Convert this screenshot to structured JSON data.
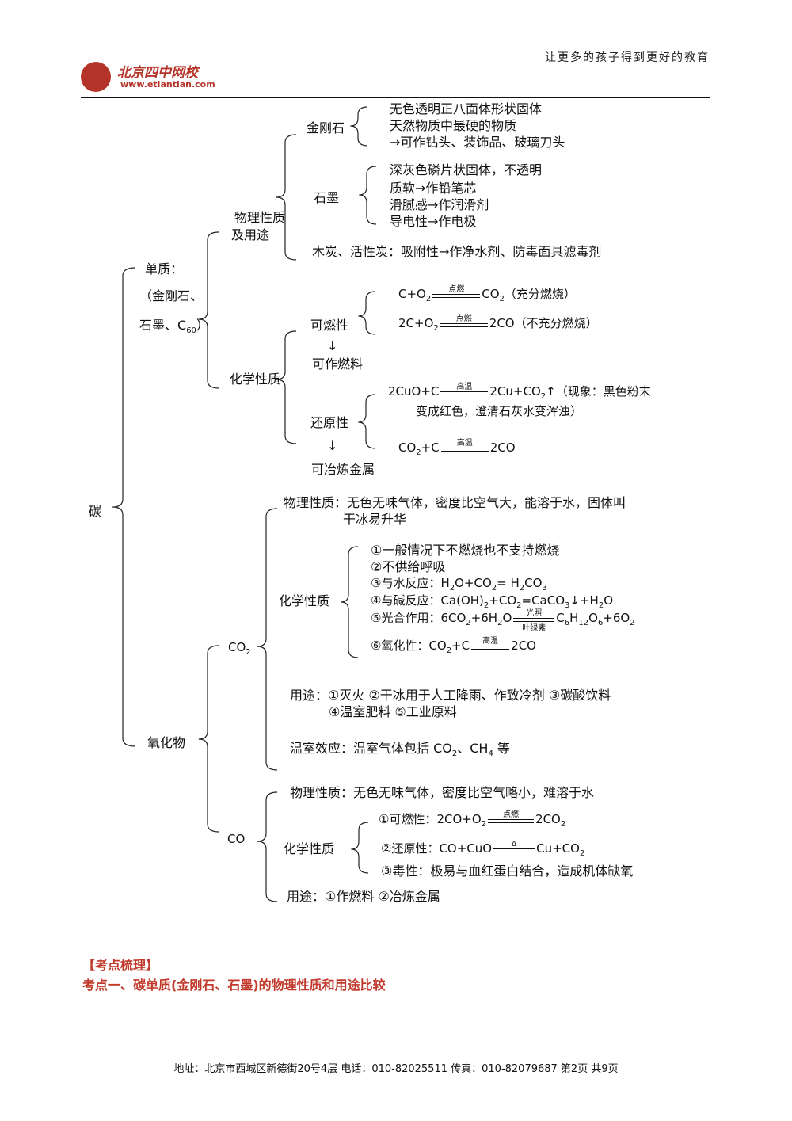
{
  "header": {
    "logo_name": "北京四中网校",
    "logo_site": "www.etiantian.com",
    "slogan": "让更多的孩子得到更好的教育"
  },
  "map": {
    "root": "碳",
    "elemental": {
      "label1": "单质：",
      "label2": "（金刚石、",
      "label3": "石墨、C",
      "label3_sub": "60",
      "label3_end": "）"
    },
    "physical_label1": "物理性质",
    "physical_label2": "及用途",
    "diamond": {
      "label": "金刚石",
      "items": [
        "无色透明正八面体形状固体",
        "天然物质中最硬的物质",
        "→可作钻头、装饰品、玻璃刀头"
      ]
    },
    "graphite": {
      "label": "石墨",
      "items": [
        "深灰色磷片状固体，不透明",
        "质软→作铅笔芯",
        "滑腻感→作润滑剂",
        "导电性→作电极"
      ]
    },
    "charcoal": "木炭、活性炭：吸附性→作净水剂、防毒面具滤毒剂",
    "chemical_label": "化学性质",
    "combustible": {
      "label": "可燃性",
      "arrow": "↓",
      "use": "可作燃料",
      "eq1_left": "C+O",
      "eq1_cond": "点燃",
      "eq1_right": "CO",
      "eq1_note": "（充分燃烧）",
      "eq2_left": "2C+O",
      "eq2_cond": "点燃",
      "eq2_right": "2CO（不充分燃烧）"
    },
    "reducing": {
      "label": "还原性",
      "arrow": "↓",
      "use": "可冶炼金属",
      "eq1_left": "2CuO+C",
      "eq1_cond": "高温",
      "eq1_right": "2Cu+CO",
      "eq1_note": "↑（现象：黑色粉末",
      "eq1_note2": "变成红色，澄清石灰水变浑浊）",
      "eq2_left": "CO",
      "eq2_mid": "+C",
      "eq2_cond": "高温",
      "eq2_right": "2CO"
    },
    "oxide_label": "氧化物",
    "co2": {
      "label": "CO",
      "physical": "物理性质：无色无味气体，密度比空气大，能溶于水，固体叫",
      "physical2": "干冰易升华",
      "chemical_label": "化学性质",
      "c1": "①一般情况下不燃烧也不支持燃烧",
      "c2": "②不供给呼吸",
      "c3": "③与水反应：H",
      "c4": "④与碱反应：Ca(OH)",
      "c5": "⑤光合作用：6CO",
      "c5_cond1": "光照",
      "c5_cond2": "叶绿素",
      "c6": "⑥氧化性：CO",
      "c6_cond": "高温",
      "use1": "用途：①灭火   ②干冰用于人工降雨、作致冷剂   ③碳酸饮料",
      "use2": "④温室肥料   ⑤工业原料",
      "greenhouse": "温室效应：温室气体包括 CO"
    },
    "co": {
      "label": "CO",
      "physical": "物理性质：无色无味气体，密度比空气略小，难溶于水",
      "chemical_label": "化学性质",
      "c1": "①可燃性：2CO+O",
      "c1_cond": "点燃",
      "c2": "②还原性：CO+CuO",
      "c2_cond": "Δ",
      "c3": "③毒性：极易与血红蛋白结合，造成机体缺氧",
      "use": "用途：①作燃料    ②冶炼金属"
    }
  },
  "section": {
    "tag": "【考点梳理】",
    "title": "考点一、碳单质(金刚石、石墨)的物理性质和用途比较"
  },
  "footer": {
    "text": "地址：北京市西城区新德街20号4层 电话：010-82025511 传真：010-82079687  第2页 共9页"
  }
}
